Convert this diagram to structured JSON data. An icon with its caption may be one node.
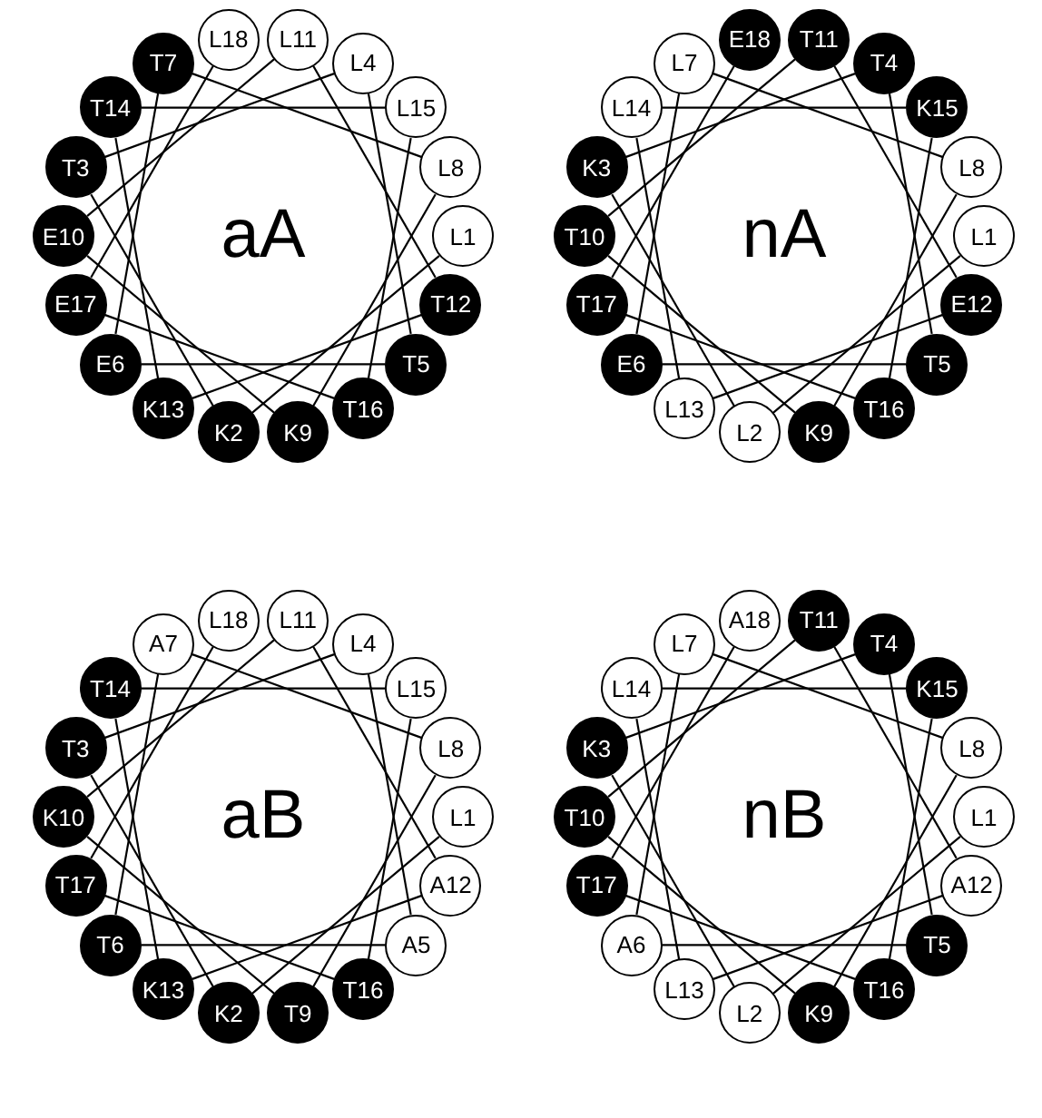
{
  "diagram": {
    "nodes": [
      {
        "text": [
          "L1"
        ]
      },
      {
        "text": [
          "K2"
        ]
      },
      {
        "text": [
          "T3"
        ]
      },
      {
        "text": [
          "L4"
        ]
      },
      {
        "text": [
          "T5"
        ]
      },
      {
        "text": [
          "E6"
        ]
      },
      {
        "text": [
          "T7"
        ]
      },
      {
        "text": [
          "L8"
        ]
      },
      {
        "text": [
          "K9"
        ]
      },
      {
        "text": [
          "E10"
        ]
      },
      {
        "text": [
          "L11"
        ]
      },
      {
        "text": [
          "T12"
        ]
      },
      {
        "text": [
          "K13"
        ]
      },
      {
        "text": [
          "T14"
        ]
      },
      {
        "text": [
          "L15"
        ]
      },
      {
        "text": [
          "T16"
        ]
      },
      {
        "text": [
          "E17"
        ]
      },
      {
        "text": [
          "L18"
        ]
      },
      {
        "text": [
          "L1"
        ]
      },
      {
        "text": [
          "L2"
        ]
      },
      {
        "text": [
          "K3"
        ]
      },
      {
        "text": [
          "T4"
        ]
      },
      {
        "text": [
          "T5"
        ]
      },
      {
        "text": [
          "E6"
        ]
      },
      {
        "text": [
          "L7"
        ]
      },
      {
        "text": [
          "L8"
        ]
      },
      {
        "text": [
          "K9"
        ]
      },
      {
        "text": [
          "T10"
        ]
      },
      {
        "text": [
          "T11"
        ]
      },
      {
        "text": [
          "E12"
        ]
      },
      {
        "text": [
          "L13"
        ]
      },
      {
        "text": [
          "L14"
        ]
      },
      {
        "text": [
          "K15"
        ]
      },
      {
        "text": [
          "T16"
        ]
      },
      {
        "text": [
          "T17"
        ]
      },
      {
        "text": [
          "E18"
        ]
      },
      {
        "text": [
          "L1"
        ]
      },
      {
        "text": [
          "K2"
        ]
      },
      {
        "text": [
          "T3"
        ]
      },
      {
        "text": [
          "L4"
        ]
      },
      {
        "text": [
          "A5"
        ]
      },
      {
        "text": [
          "T6"
        ]
      },
      {
        "text": [
          "A7"
        ]
      },
      {
        "text": [
          "L8"
        ]
      },
      {
        "text": [
          "T9"
        ]
      },
      {
        "text": [
          "K10"
        ]
      },
      {
        "text": [
          "L11"
        ]
      },
      {
        "text": [
          "A12"
        ]
      },
      {
        "text": [
          "K13"
        ]
      },
      {
        "text": [
          "T14"
        ]
      },
      {
        "text": [
          "L15"
        ]
      },
      {
        "text": [
          "T16"
        ]
      },
      {
        "text": [
          "T17"
        ]
      },
      {
        "text": [
          "L18"
        ]
      },
      {
        "text": [
          "L1"
        ]
      },
      {
        "text": [
          "L2"
        ]
      },
      {
        "text": [
          "K3"
        ]
      },
      {
        "text": [
          "T4"
        ]
      },
      {
        "text": [
          "T5"
        ]
      },
      {
        "text": [
          "A6"
        ]
      },
      {
        "text": [
          "L7"
        ]
      },
      {
        "text": [
          "L8"
        ]
      },
      {
        "text": [
          "K9"
        ]
      },
      {
        "text": [
          "T10"
        ]
      },
      {
        "text": [
          "T11"
        ]
      },
      {
        "text": [
          "A12"
        ]
      },
      {
        "text": [
          "L13"
        ]
      },
      {
        "text": [
          "L14"
        ]
      },
      {
        "text": [
          "K15"
        ]
      },
      {
        "text": [
          "T16"
        ]
      },
      {
        "text": [
          "T17"
        ]
      },
      {
        "text": [
          "A18"
        ]
      }
    ],
    "edges": [
      {
        "from": 0,
        "to": 1,
        "arrow": "none"
      },
      {
        "from": 1,
        "to": 2,
        "arrow": "none"
      },
      {
        "from": 2,
        "to": 3,
        "arrow": "none"
      },
      {
        "from": 3,
        "to": 4,
        "arrow": "none"
      },
      {
        "from": 4,
        "to": 5,
        "arrow": "none"
      },
      {
        "from": 5,
        "to": 6,
        "arrow": "none"
      },
      {
        "from": 6,
        "to": 7,
        "arrow": "none"
      },
      {
        "from": 7,
        "to": 8,
        "arrow": "none"
      },
      {
        "from": 8,
        "to": 9,
        "arrow": "none"
      },
      {
        "from": 9,
        "to": 10,
        "arrow": "none"
      },
      {
        "from": 10,
        "to": 11,
        "arrow": "none"
      },
      {
        "from": 11,
        "to": 12,
        "arrow": "none"
      },
      {
        "from": 12,
        "to": 13,
        "arrow": "none"
      },
      {
        "from": 13,
        "to": 14,
        "arrow": "none"
      },
      {
        "from": 14,
        "to": 15,
        "arrow": "none"
      },
      {
        "from": 15,
        "to": 16,
        "arrow": "none"
      },
      {
        "from": 16,
        "to": 17,
        "arrow": "none"
      },
      {
        "from": 18,
        "to": 19,
        "arrow": "none"
      },
      {
        "from": 19,
        "to": 20,
        "arrow": "none"
      },
      {
        "from": 20,
        "to": 21,
        "arrow": "none"
      },
      {
        "from": 21,
        "to": 22,
        "arrow": "none"
      },
      {
        "from": 22,
        "to": 23,
        "arrow": "none"
      },
      {
        "from": 23,
        "to": 24,
        "arrow": "none"
      },
      {
        "from": 24,
        "to": 25,
        "arrow": "none"
      },
      {
        "from": 25,
        "to": 26,
        "arrow": "none"
      },
      {
        "from": 26,
        "to": 27,
        "arrow": "none"
      },
      {
        "from": 27,
        "to": 28,
        "arrow": "none"
      },
      {
        "from": 28,
        "to": 29,
        "arrow": "none"
      },
      {
        "from": 29,
        "to": 30,
        "arrow": "none"
      },
      {
        "from": 30,
        "to": 31,
        "arrow": "none"
      },
      {
        "from": 31,
        "to": 32,
        "arrow": "none"
      },
      {
        "from": 32,
        "to": 33,
        "arrow": "none"
      },
      {
        "from": 33,
        "to": 34,
        "arrow": "none"
      },
      {
        "from": 34,
        "to": 35,
        "arrow": "none"
      },
      {
        "from": 36,
        "to": 37,
        "arrow": "none"
      },
      {
        "from": 37,
        "to": 38,
        "arrow": "none"
      },
      {
        "from": 38,
        "to": 39,
        "arrow": "none"
      },
      {
        "from": 39,
        "to": 40,
        "arrow": "none"
      },
      {
        "from": 40,
        "to": 41,
        "arrow": "none"
      },
      {
        "from": 41,
        "to": 42,
        "arrow": "none"
      },
      {
        "from": 42,
        "to": 43,
        "arrow": "none"
      },
      {
        "from": 43,
        "to": 44,
        "arrow": "none"
      },
      {
        "from": 44,
        "to": 45,
        "arrow": "none"
      },
      {
        "from": 45,
        "to": 46,
        "arrow": "none"
      },
      {
        "from": 46,
        "to": 47,
        "arrow": "none"
      },
      {
        "from": 47,
        "to": 48,
        "arrow": "none"
      },
      {
        "from": 48,
        "to": 49,
        "arrow": "none"
      },
      {
        "from": 49,
        "to": 50,
        "arrow": "none"
      },
      {
        "from": 50,
        "to": 51,
        "arrow": "none"
      },
      {
        "from": 51,
        "to": 52,
        "arrow": "none"
      },
      {
        "from": 52,
        "to": 53,
        "arrow": "none"
      },
      {
        "from": 54,
        "to": 55,
        "arrow": "none"
      },
      {
        "from": 55,
        "to": 56,
        "arrow": "none"
      },
      {
        "from": 56,
        "to": 57,
        "arrow": "none"
      },
      {
        "from": 57,
        "to": 58,
        "arrow": "none"
      },
      {
        "from": 58,
        "to": 59,
        "arrow": "none"
      },
      {
        "from": 59,
        "to": 60,
        "arrow": "none"
      },
      {
        "from": 60,
        "to": 61,
        "arrow": "none"
      },
      {
        "from": 61,
        "to": 62,
        "arrow": "none"
      },
      {
        "from": 62,
        "to": 63,
        "arrow": "none"
      },
      {
        "from": 63,
        "to": 64,
        "arrow": "none"
      },
      {
        "from": 64,
        "to": 65,
        "arrow": "none"
      },
      {
        "from": 65,
        "to": 66,
        "arrow": "none"
      },
      {
        "from": 66,
        "to": 67,
        "arrow": "none"
      },
      {
        "from": 67,
        "to": 68,
        "arrow": "none"
      },
      {
        "from": 68,
        "to": 69,
        "arrow": "none"
      },
      {
        "from": 69,
        "to": 70,
        "arrow": "none"
      },
      {
        "from": 70,
        "to": 71,
        "arrow": "none"
      }
    ],
    "labels": [
      "aA",
      "nA",
      "aB",
      "nB"
    ]
  }
}
